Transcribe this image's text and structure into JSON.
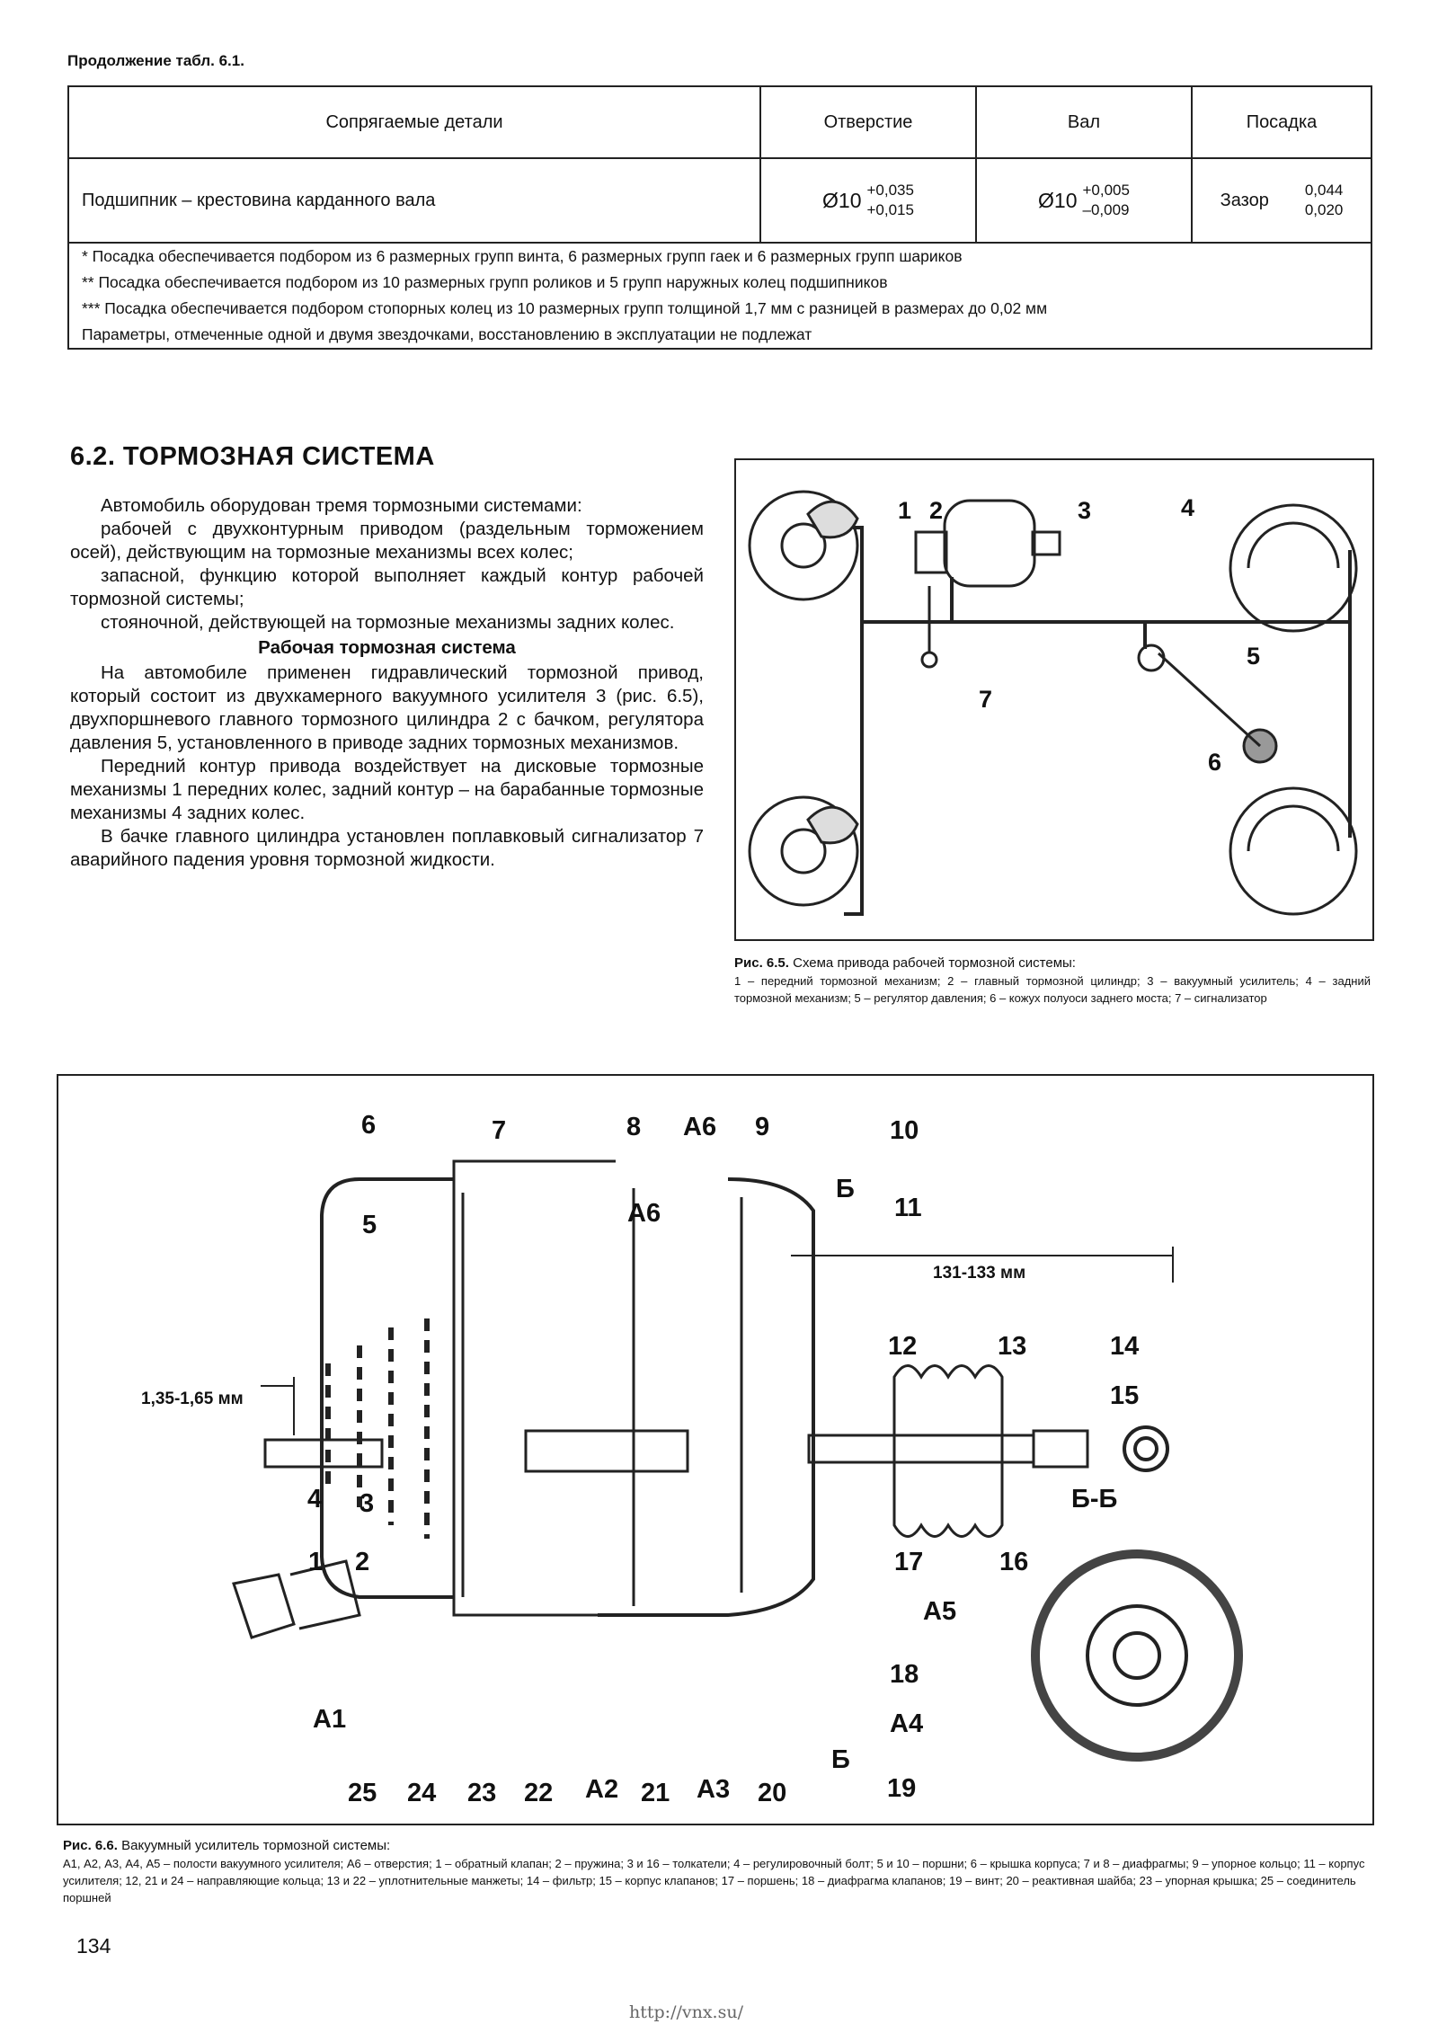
{
  "header_continuation": "Продолжение табл. 6.1.",
  "table": {
    "headers": [
      "Сопрягаемые детали",
      "Отверстие",
      "Вал",
      "Посадка"
    ],
    "row": {
      "part": "Подшипник – крестовина карданного вала",
      "hole": {
        "prefix": "Ø10",
        "upper": "+0,035",
        "lower": "+0,015"
      },
      "shaft": {
        "prefix": "Ø10",
        "upper": "+0,005",
        "lower": "–0,009"
      },
      "fit": {
        "label": "Зазор",
        "upper": "0,044",
        "lower": "0,020"
      }
    },
    "notes": [
      "* Посадка обеспечивается подбором из 6 размерных групп винта, 6 размерных групп гаек и 6 размерных групп шариков",
      "** Посадка обеспечивается подбором из 10 размерных групп роликов и 5 групп наружных колец подшипников",
      "*** Посадка обеспечивается подбором стопорных колец из 10 размерных групп толщиной 1,7 мм с разницей в размерах до 0,02 мм",
      "Параметры, отмеченные одной и двумя звездочками, восстановлению в эксплуатации не подлежат"
    ]
  },
  "section": {
    "title": "6.2. ТОРМОЗНАЯ СИСТЕМА",
    "p1": "Автомобиль оборудован тремя тормозными системами:",
    "p2": "рабочей с двухконтурным приводом (раздельным торможением осей), действующим на тормозные механизмы всех колес;",
    "p3": "запасной, функцию которой выполняет каждый контур рабочей тормозной системы;",
    "p4": "стояночной, действующей на тормозные механизмы задних колес.",
    "subheading": "Рабочая тормозная система",
    "p5": "На автомобиле применен гидравлический тормозной привод, который состоит из двухкамерного вакуумного усилителя 3 (рис. 6.5), двухпоршневого главного тормозного цилиндра 2 с бачком, регулятора давления 5, установленного в приводе задних тормозных механизмов.",
    "p6": "Передний контур привода воздействует на дисковые тормозные механизмы 1 передних колес, задний контур – на барабанные тормозные механизмы 4 задних колес.",
    "p7": "В бачке главного цилиндра установлен поплавковый сигнализатор 7 аварийного падения уровня тормозной жидкости."
  },
  "fig65": {
    "labels": [
      "1",
      "2",
      "3",
      "4",
      "5",
      "6",
      "7"
    ],
    "caption_title": "Рис. 6.5.",
    "caption_text": "Схема привода рабочей тормозной системы:",
    "caption_legend": "1 – передний тормозной механизм; 2 – главный тормозной цилиндр; 3 – вакуумный усилитель; 4 – задний тормозной механизм; 5 – регулятор давления; 6 – кожух полуоси заднего моста; 7 – сигнализатор"
  },
  "fig66": {
    "dim1": "131-133 мм",
    "dim2": "1,35-1,65 мм",
    "section_label": "Б-Б",
    "callouts": [
      "6",
      "7",
      "8",
      "А6",
      "9",
      "10",
      "Б",
      "11",
      "5",
      "А6",
      "12",
      "13",
      "14",
      "15",
      "4",
      "3",
      "17",
      "16",
      "1",
      "2",
      "А5",
      "18",
      "А1",
      "А4",
      "Б",
      "25",
      "24",
      "23",
      "22",
      "А2",
      "21",
      "А3",
      "20",
      "19"
    ],
    "caption_title": "Рис. 6.6.",
    "caption_text": "Вакуумный усилитель тормозной системы:",
    "caption_legend": "А1, А2, А3, А4, А5 – полости вакуумного усилителя; А6 – отверстия; 1 – обратный клапан; 2 – пружина; 3 и 16 – толкатели; 4 – регулировочный болт; 5 и 10 – поршни; 6 – крышка корпуса; 7 и 8 – диафрагмы; 9 – упорное кольцо; 11 – корпус усилителя; 12, 21 и 24 – направляющие кольца; 13 и 22 – уплотнительные манжеты; 14 – фильтр; 15 – корпус клапанов; 17 – поршень; 18 – диафрагма клапанов; 19 – винт; 20 – реактивная шайба; 23 – упорная крышка; 25 – соединитель поршней"
  },
  "page_number": "134",
  "url": "http://vnx.su/"
}
